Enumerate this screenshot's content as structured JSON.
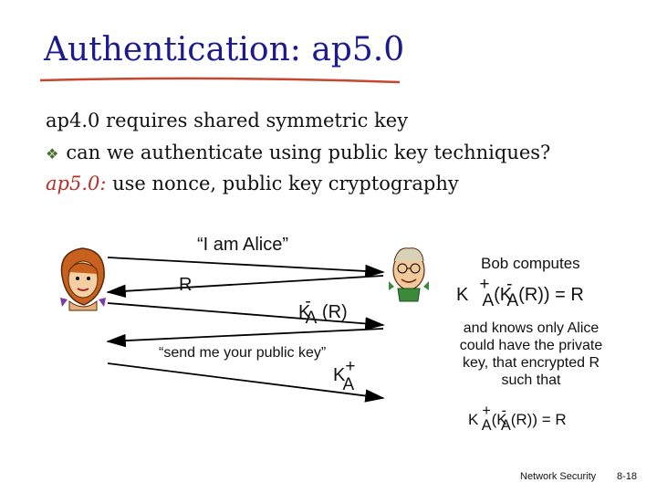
{
  "slide": {
    "title": "Authentication: ap5.0",
    "lines": [
      {
        "text": "ap4.0 requires shared symmetric key"
      },
      {
        "bullet_icon": "diamond-bullet-icon",
        "text": "can we authenticate using public key techniques?"
      },
      {
        "lead": "ap5.0:",
        "text": " use nonce, public key cryptography"
      }
    ]
  },
  "diagram": {
    "msg1": "“I am Alice”",
    "msg2": "R",
    "msg3": {
      "k": "K",
      "sup": "-",
      "sub": "A",
      "arg": " (R)"
    },
    "msg4": "“send me your public key”",
    "msg5": {
      "k": "K",
      "sup": "+",
      "sub": "A"
    },
    "bob_computes": "Bob computes",
    "formula1": {
      "k": "K",
      "sup1": "+",
      "sub1": "A",
      "open": "(K",
      "sup2": "-",
      "sub2": "A",
      "tail": "(R)) = R"
    },
    "explanation": [
      "and knows only Alice",
      "could have the private",
      "key, that encrypted R",
      "such that"
    ],
    "formula2": {
      "k": "K",
      "sup1": "+",
      "sub1": "A",
      "open": "(K",
      "sup2": "-",
      "sub2": "A",
      "tail": "(R)) = R"
    }
  },
  "footer": {
    "section": "Network Security",
    "page": "8-18"
  },
  "colors": {
    "title": "#1b1b8f",
    "rule": "#c8452e",
    "emphasis": "#b5302a",
    "bullet": "#4b6f2a"
  }
}
